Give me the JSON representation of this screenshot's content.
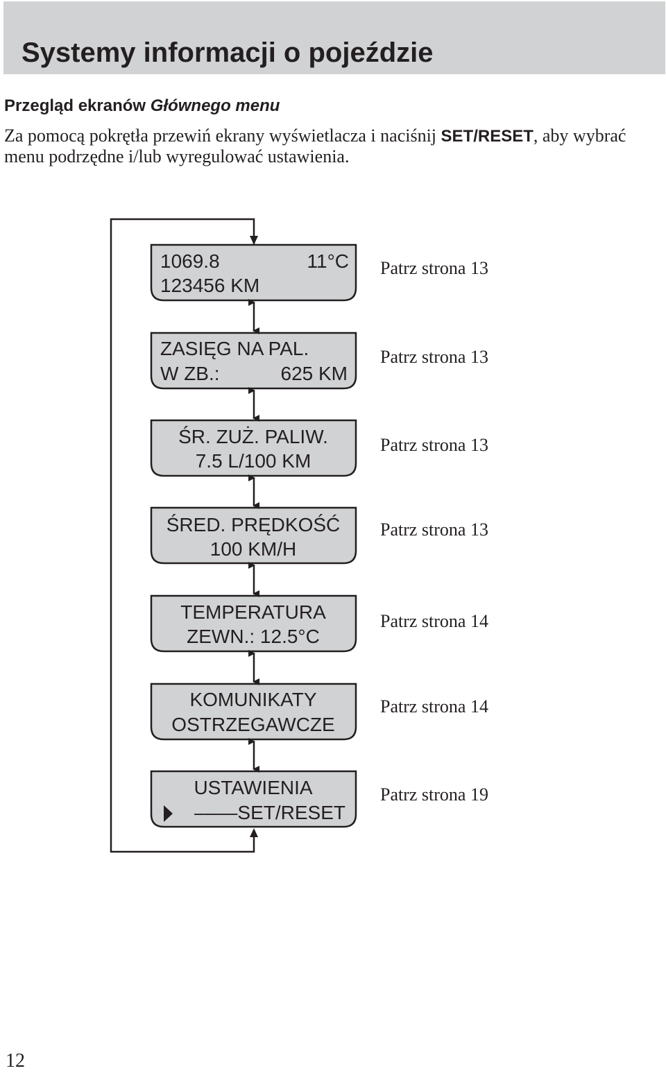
{
  "header": {
    "title": "Systemy informacji o pojeździe"
  },
  "section": {
    "heading_plain": "Przegląd ekranów ",
    "heading_italic": "Głównego menu",
    "intro_before": "Za pomocą pokrętła przewiń ekrany wyświetlacza i naciśnij ",
    "intro_key": "SET/RESET",
    "intro_after": ", aby wybrać menu podrzędne i/lub wyregulować ustawienia."
  },
  "screens": [
    {
      "line1_left": "1069.8",
      "line1_right": "11°C",
      "line2": "123456 KM",
      "ref": "Patrz strona 13"
    },
    {
      "line1": "ZASIĘG NA PAL.",
      "line2_left": "W ZB.:",
      "line2_right": "625 KM",
      "ref": "Patrz strona 13"
    },
    {
      "line1": "ŚR. ZUŻ. PALIW.",
      "line2": "7.5 L/100 KM",
      "ref": "Patrz strona 13"
    },
    {
      "line1": "ŚRED. PRĘDKOŚĆ",
      "line2": "100 KM/H",
      "ref": "Patrz strona 13"
    },
    {
      "line1": "TEMPERATURA",
      "line2": "ZEWN.: 12.5°C",
      "ref": "Patrz strona 14"
    },
    {
      "line1": "KOMUNIKATY",
      "line2": "OSTRZEGAWCZE",
      "ref": "Patrz strona 14"
    },
    {
      "line1": "USTAWIENIA",
      "line2": "––––SET/RESET",
      "ref": "Patrz strona 19"
    }
  ],
  "colors": {
    "screen_fill": "#d1d2d4",
    "line": "#231f20",
    "band": "#d1d2d4"
  },
  "page_number": "12"
}
